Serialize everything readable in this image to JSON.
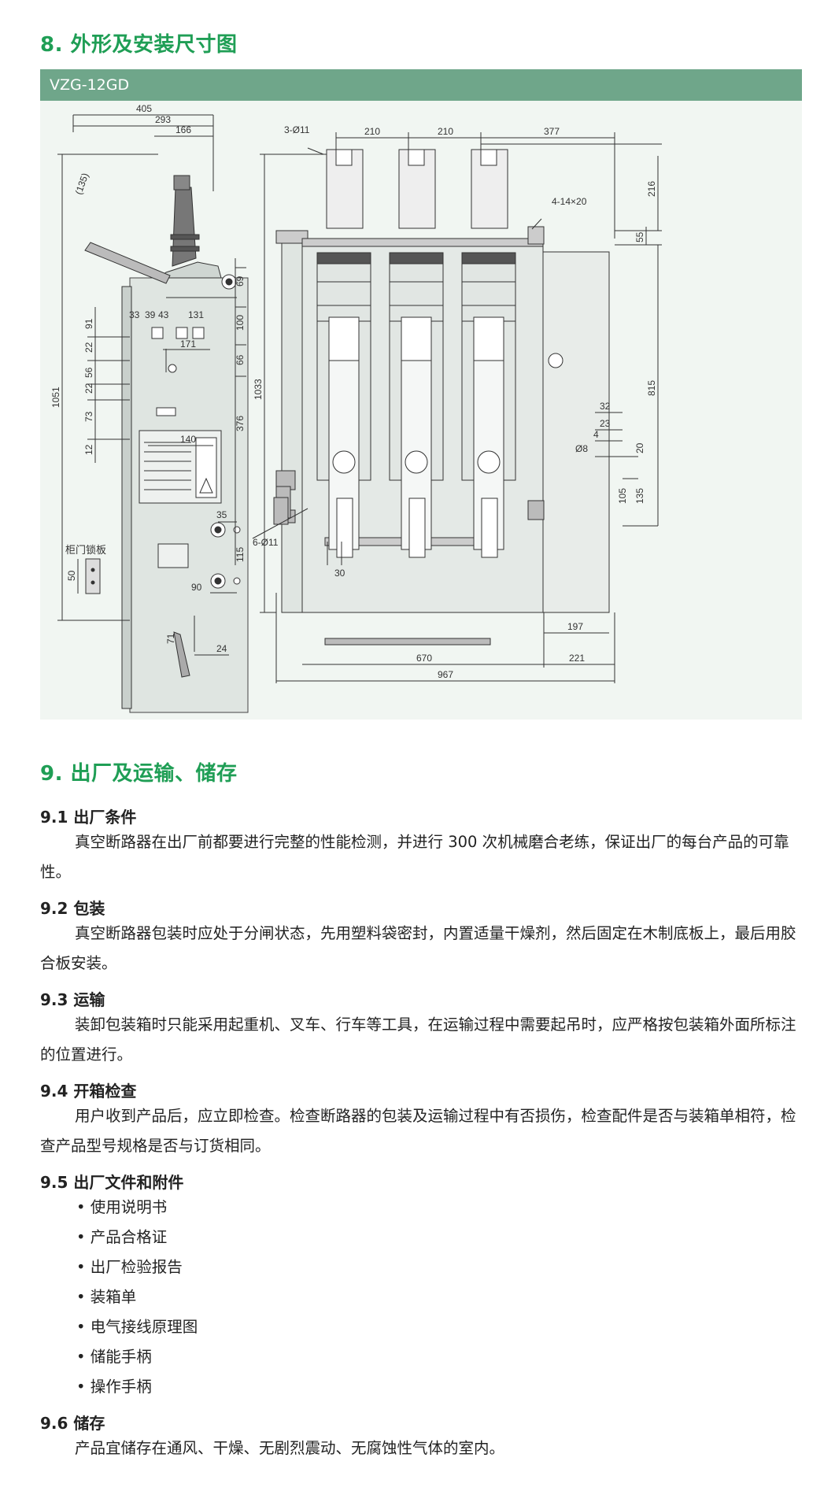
{
  "section8": {
    "title": "8. 外形及安装尺寸图",
    "model_bar": "VZG-12GD"
  },
  "drawing": {
    "left_view": {
      "dims": {
        "d405": "405",
        "d293": "293",
        "d166": "166",
        "d135": "(135)",
        "d33": "33",
        "d39": "39",
        "d43": "43",
        "d131": "131",
        "d91": "91",
        "d22a": "22",
        "d56": "56",
        "d22b": "22",
        "d73": "73",
        "d12": "12",
        "d1051": "1051",
        "d69": "69",
        "d100": "100",
        "d66": "66",
        "d171": "171",
        "d140": "140",
        "d376": "376",
        "d35": "35",
        "d115": "115",
        "d90": "90",
        "d50": "50",
        "d71": "71",
        "d24": "24"
      },
      "door_lock_label": "柜门锁板"
    },
    "front_view": {
      "dims": {
        "holes3": "3-Ø11",
        "d210a": "210",
        "d210b": "210",
        "d377": "377",
        "slots": "4-14×20",
        "d216": "216",
        "d55": "55",
        "d1033": "1033",
        "d815": "815",
        "d32": "32",
        "d23": "23",
        "d4": "4",
        "d20": "20",
        "d8": "Ø8",
        "d105": "105",
        "d135": "135",
        "d197": "197",
        "holes6": "6-Ø11",
        "d30": "30",
        "d670": "670",
        "d221": "221",
        "d967": "967"
      }
    }
  },
  "section9": {
    "title": "9. 出厂及运输、储存",
    "s91": {
      "heading": "9.1 出厂条件",
      "text": "真空断路器在出厂前都要进行完整的性能检测，并进行 300 次机械磨合老练，保证出厂的每台产品的可靠性。"
    },
    "s92": {
      "heading": "9.2 包装",
      "text": "真空断路器包装时应处于分闸状态，先用塑料袋密封，内置适量干燥剂，然后固定在木制底板上，最后用胶合板安装。"
    },
    "s93": {
      "heading": "9.3 运输",
      "text": "装卸包装箱时只能采用起重机、叉车、行车等工具，在运输过程中需要起吊时，应严格按包装箱外面所标注的位置进行。"
    },
    "s94": {
      "heading": "9.4 开箱检查",
      "text": "用户收到产品后，应立即检查。检查断路器的包装及运输过程中有否损伤，检查配件是否与装箱单相符，检查产品型号规格是否与订货相同。"
    },
    "s95": {
      "heading": "9.5 出厂文件和附件",
      "items": [
        "使用说明书",
        "产品合格证",
        "出厂检验报告",
        "装箱单",
        "电气接线原理图",
        "储能手柄",
        "操作手柄"
      ]
    },
    "s96": {
      "heading": "9.6 储存",
      "text": "产品宜储存在通风、干燥、无剧烈震动、无腐蚀性气体的室内。"
    }
  }
}
